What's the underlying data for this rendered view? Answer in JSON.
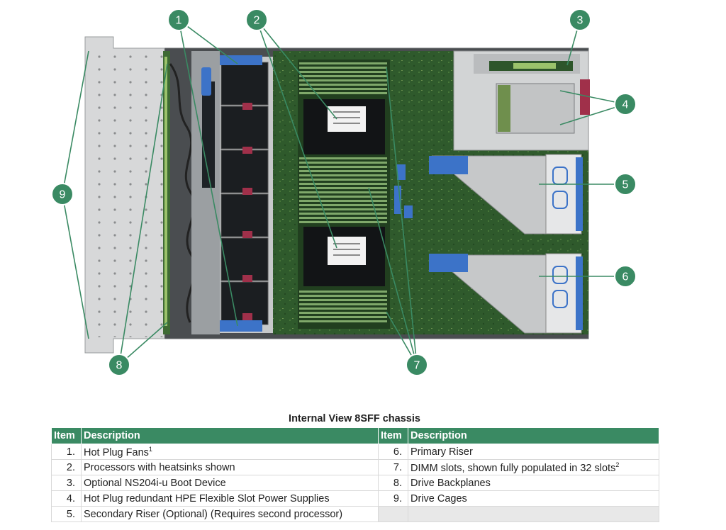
{
  "caption": "Internal View 8SFF chassis",
  "table": {
    "headers": [
      "Item",
      "Description",
      "Item",
      "Description"
    ],
    "rows": [
      {
        "left": {
          "num": "1.",
          "desc": "Hot Plug Fans",
          "sup": "1"
        },
        "right": {
          "num": "6.",
          "desc": "Primary Riser",
          "sup": ""
        }
      },
      {
        "left": {
          "num": "2.",
          "desc": "Processors with heatsinks shown",
          "sup": ""
        },
        "right": {
          "num": "7.",
          "desc": " DIMM slots, shown fully populated in 32 slots",
          "sup": "2"
        }
      },
      {
        "left": {
          "num": "3.",
          "desc": "Optional NS204i-u Boot Device",
          "sup": ""
        },
        "right": {
          "num": "8.",
          "desc": "Drive Backplanes",
          "sup": ""
        }
      },
      {
        "left": {
          "num": "4.",
          "desc": "Hot Plug redundant HPE Flexible Slot Power Supplies",
          "sup": ""
        },
        "right": {
          "num": "9.",
          "desc": "Drive Cages",
          "sup": ""
        }
      },
      {
        "left": {
          "num": "5.",
          "desc": "Secondary Riser (Optional) (Requires second processor)",
          "sup": ""
        },
        "right": null
      }
    ]
  },
  "callouts": [
    "1",
    "2",
    "3",
    "4",
    "5",
    "6",
    "7",
    "8",
    "9"
  ],
  "colors": {
    "accent": "#3a8a63",
    "board": "#2f5a2c",
    "dimm": "#7fa86a",
    "blue": "#3c73c8",
    "metal": "#c9cbcc"
  }
}
